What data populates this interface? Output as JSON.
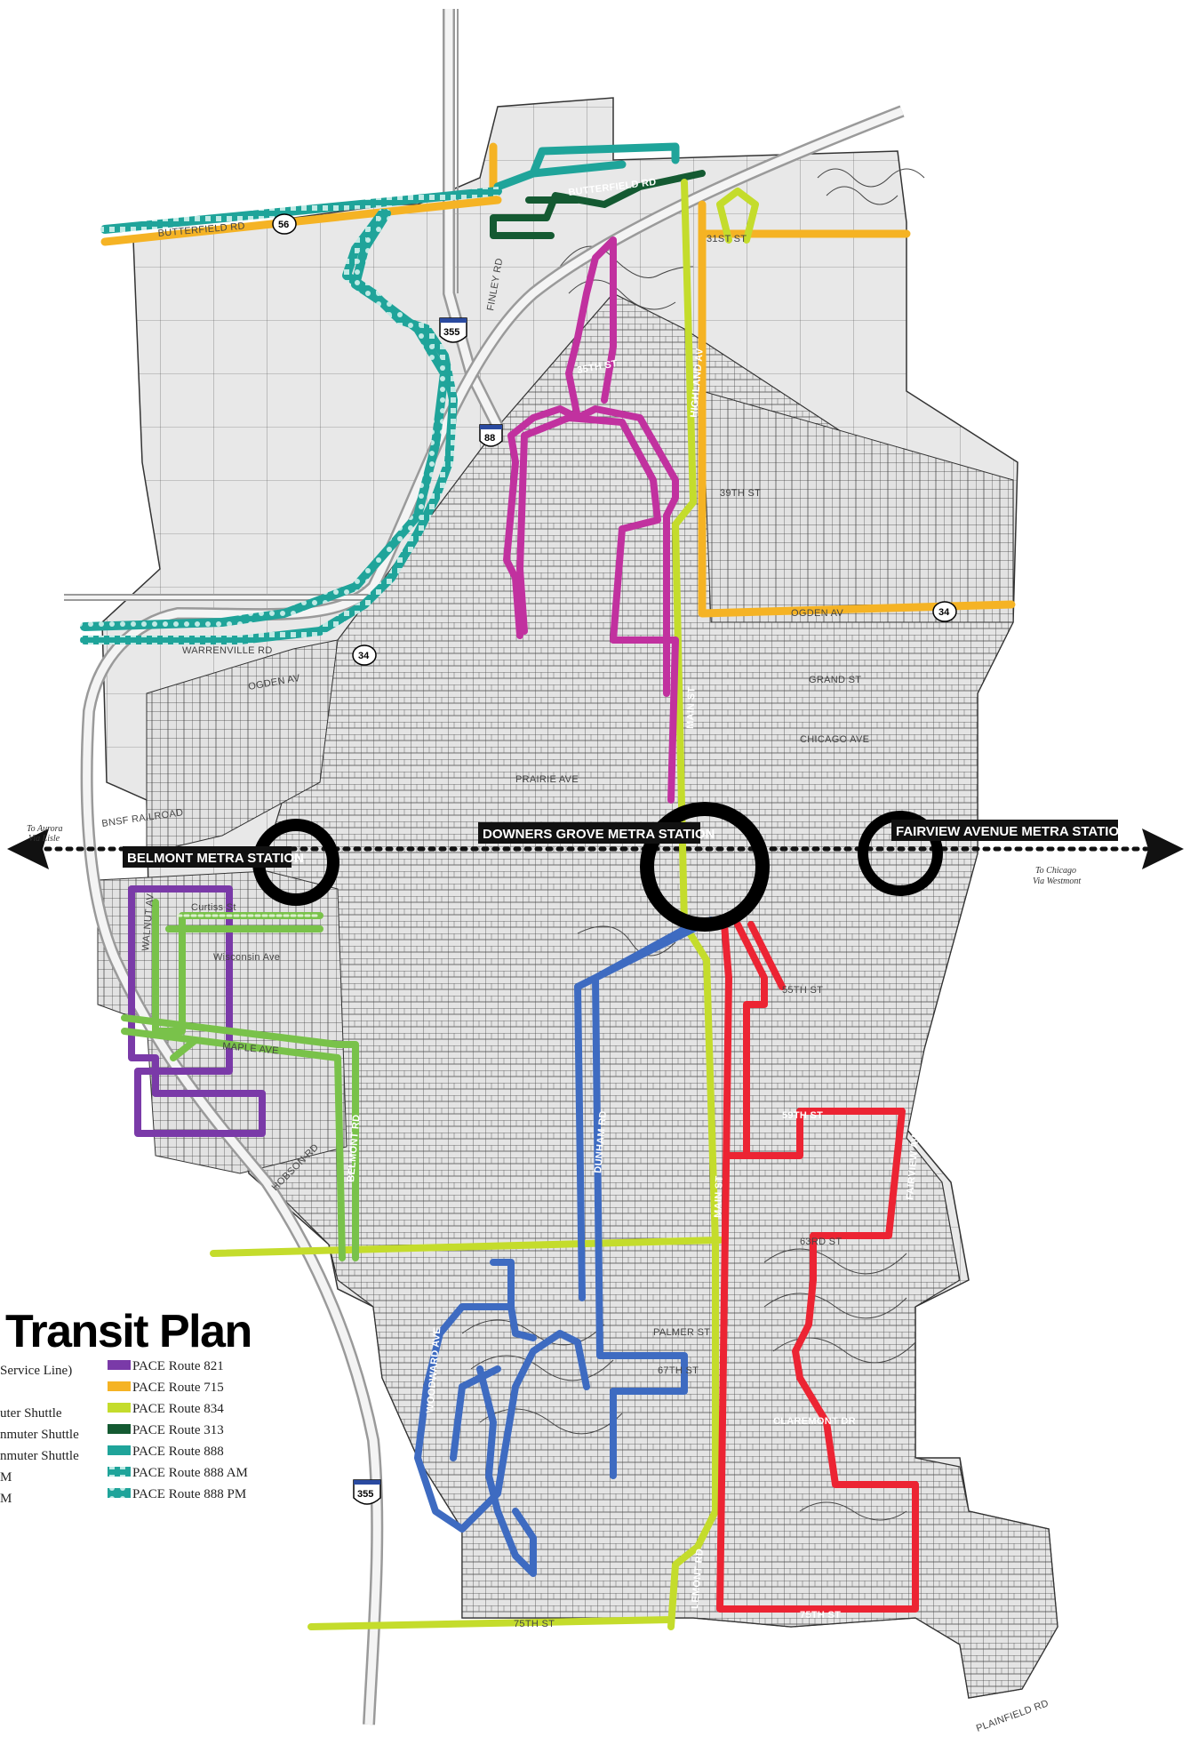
{
  "map": {
    "title": "Transit Plan",
    "colors": {
      "pace_821": "#7a3aa8",
      "pace_715": "#f5b324",
      "pace_834": "#c4dc2c",
      "pace_313": "#145a32",
      "pace_888": "#1fa49a",
      "pace_888_am": "#1fa49a",
      "pace_888_pm": "#1fa49a",
      "magenta_route": "#c1319f",
      "blue_route": "#3e6bc1",
      "red_route": "#ec2433",
      "green_route": "#79c24a",
      "land": "#e6e6e6",
      "street": "#3a3a3a"
    },
    "stations": {
      "belmont": "BELMONT METRA STATION",
      "downers_grove": "DOWNERS GROVE METRA STATION",
      "fairview": "FAIRVIEW AVENUE METRA STATION"
    },
    "notes": {
      "to_aurora": "To Aurora",
      "via_lisle": "Via Lisle",
      "to_chicago": "To Chicago",
      "via_westmont": "Via Westmont",
      "railroad": "BNSF RAILROAD"
    },
    "shields": {
      "us56": "56",
      "us34_north": "34",
      "us34_south": "34",
      "i355_north": "355",
      "i355_south": "355",
      "i88": "88"
    },
    "streets": {
      "butterfield_west": "BUTTERFIELD RD",
      "butterfield_east": "BUTTERFIELD RD",
      "st_31": "31ST ST",
      "st_35": "35TH ST",
      "st_39": "39TH ST",
      "ogden_east": "OGDEN AV",
      "ogden_west": "OGDEN AV",
      "warrenville": "WARRENVILLE RD",
      "finley": "FINLEY RD",
      "highland": "HIGHLAND AV",
      "main": "MAIN ST",
      "main_south": "MAIN ST",
      "lemont": "LEMONT RD",
      "st_55": "55TH ST",
      "st_59": "59TH ST",
      "st_63": "63RD ST",
      "st_75": "75TH ST",
      "st_75_west": "75TH ST",
      "fairview_av": "FAIRVIEW AV",
      "claremont": "CLAREMONT DR",
      "maple": "MAPLE AVE",
      "walnut": "WALNUT AV",
      "belmont_rd": "BELMONT RD",
      "dunham": "DUNHAM RD",
      "woodward": "WOODWARD AVE",
      "prairie": "PRAIRIE AVE",
      "chicago_av": "CHICAGO AVE",
      "grand": "GRAND ST",
      "hobson": "HOBSON RD",
      "plainfield": "PLAINFIELD RD",
      "palmer": "PALMER ST",
      "st_67": "67TH ST",
      "curtiss": "Curtiss St",
      "wisconsin": "Wisconsin Ave"
    }
  },
  "legend": {
    "left_items": [
      "Service Line)",
      "uter Shuttle",
      "nmuter Shuttle",
      "nmuter Shuttle",
      "M",
      "M"
    ],
    "routes": [
      {
        "label": "PACE Route 821",
        "color": "#7a3aa8",
        "style": "solid"
      },
      {
        "label": "PACE Route 715",
        "color": "#f5b324",
        "style": "solid"
      },
      {
        "label": "PACE Route 834",
        "color": "#c4dc2c",
        "style": "solid"
      },
      {
        "label": "PACE Route 313",
        "color": "#145a32",
        "style": "solid"
      },
      {
        "label": "PACE Route 888",
        "color": "#1fa49a",
        "style": "solid"
      },
      {
        "label": "PACE Route 888 AM",
        "color": "#1fa49a",
        "style": "square"
      },
      {
        "label": "PACE Route 888 PM",
        "color": "#1fa49a",
        "style": "dot"
      }
    ]
  }
}
